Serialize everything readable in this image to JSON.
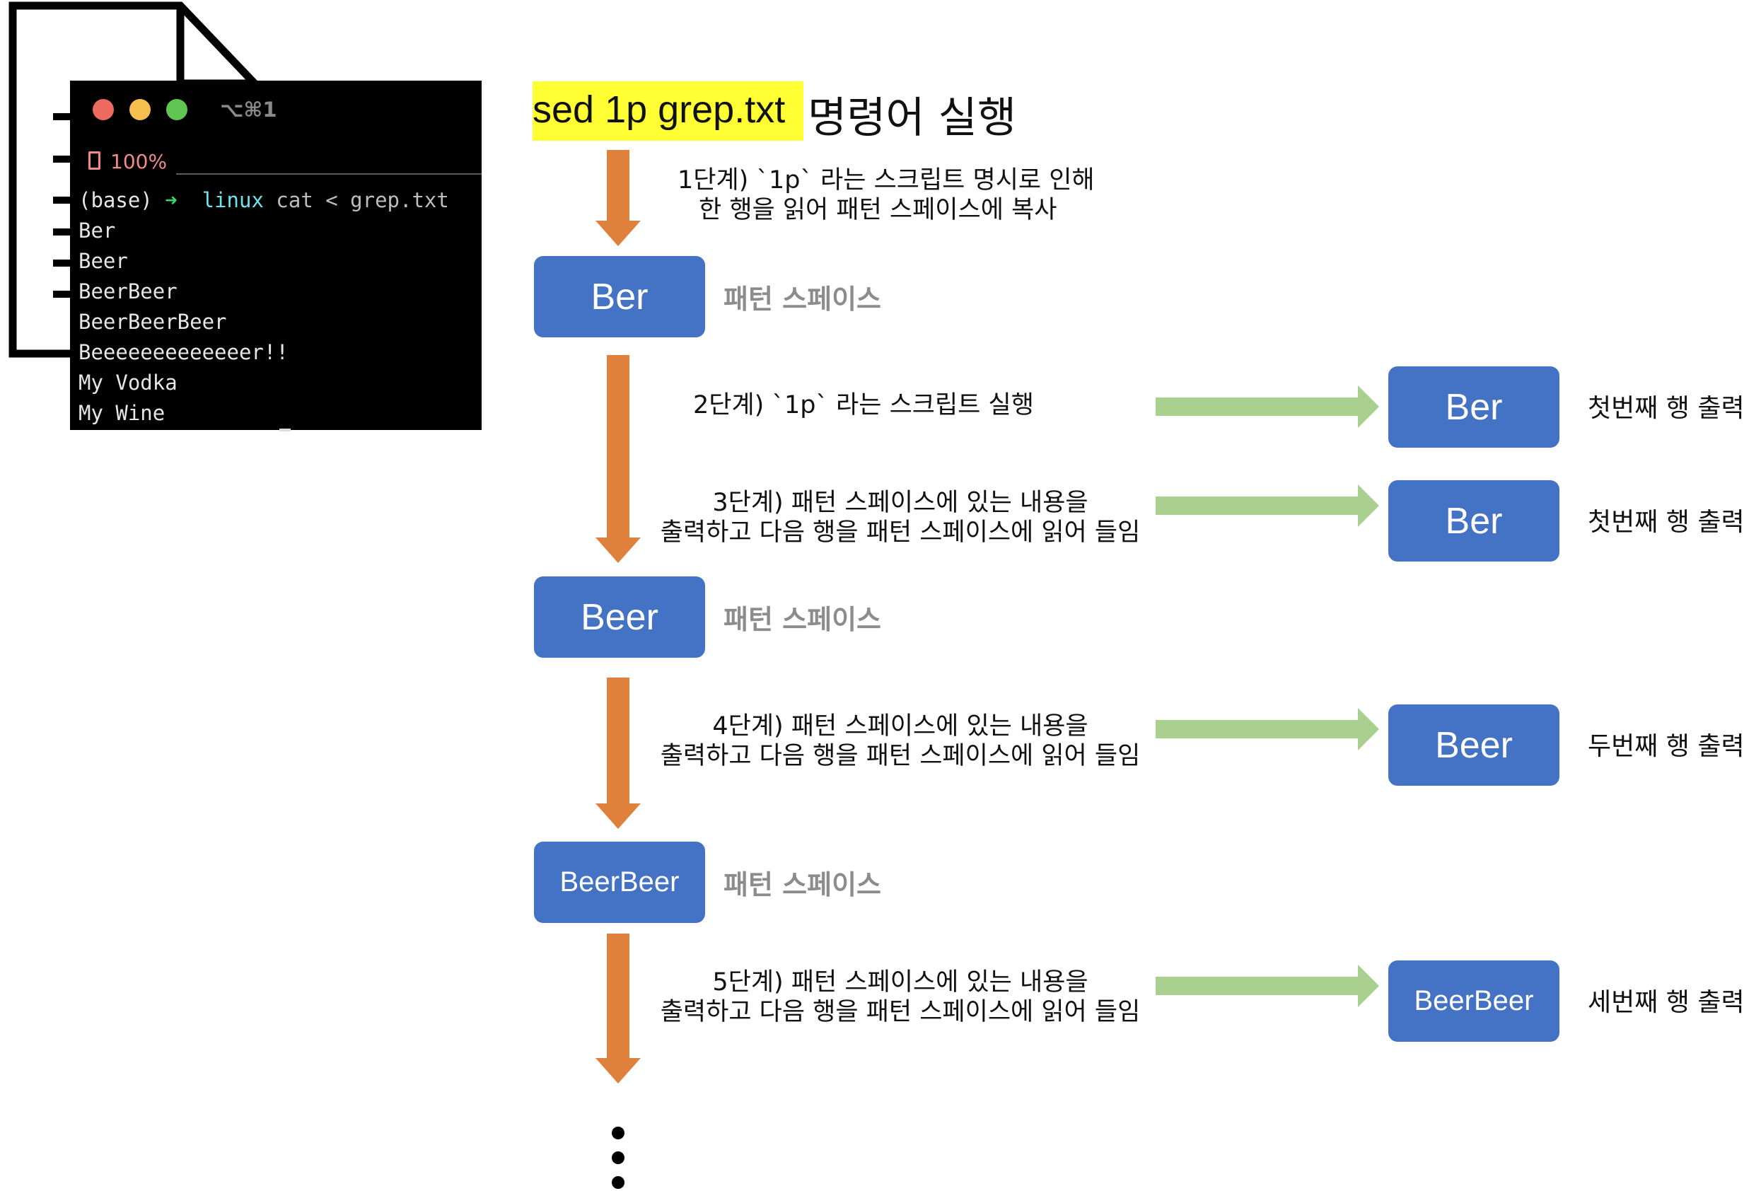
{
  "terminal": {
    "shortcut": "⌥⌘1",
    "battery": "100%",
    "prompt_env": "(base)",
    "prompt_arrow": "➜",
    "prompt_dir": "linux",
    "prompt_cmd": "cat < grep.txt",
    "lines": [
      "Ber",
      "Beer",
      "BeerBeer",
      "BeerBeerBeer",
      "Beeeeeeeeeeeeer!!",
      "My Vodka",
      "My Wine"
    ],
    "colors": {
      "red": "#ed6a5e",
      "yellow": "#f5bf4f",
      "green": "#61c554"
    }
  },
  "headline": {
    "command": "sed 1p grep.txt",
    "suffix": "명령어 실행",
    "highlight_color": "#ffff33"
  },
  "pattern_space_label": "패턴 스페이스",
  "pattern_space_boxes": [
    "Ber",
    "Beer",
    "BeerBeer"
  ],
  "steps": [
    {
      "line1": "1단계) `1p` 라는 스크립트 명시로 인해",
      "line2": "한 행을 읽어 패턴 스페이스에 복사"
    },
    {
      "line1": "2단계) `1p` 라는 스크립트 실행",
      "line2": ""
    },
    {
      "line1": "3단계) 패턴 스페이스에 있는 내용을",
      "line2": "출력하고 다음 행을 패턴 스페이스에 읽어 들임"
    },
    {
      "line1": "4단계) 패턴 스페이스에 있는 내용을",
      "line2": "출력하고 다음 행을 패턴 스페이스에 읽어 들임"
    },
    {
      "line1": "5단계) 패턴 스페이스에 있는 내용을",
      "line2": "출력하고 다음 행을 패턴 스페이스에 읽어 들임"
    }
  ],
  "outputs": [
    {
      "box": "Ber",
      "label": "첫번째 행 출력"
    },
    {
      "box": "Ber",
      "label": "첫번째 행 출력"
    },
    {
      "box": "Beer",
      "label": "두번째 행 출력"
    },
    {
      "box": "BeerBeer",
      "label": "세번째 행 출력"
    }
  ],
  "colors": {
    "box": "#4472c4",
    "down_arrow": "#e0803d",
    "right_arrow": "#a9d08e",
    "label_gray": "#8c8c8c"
  }
}
